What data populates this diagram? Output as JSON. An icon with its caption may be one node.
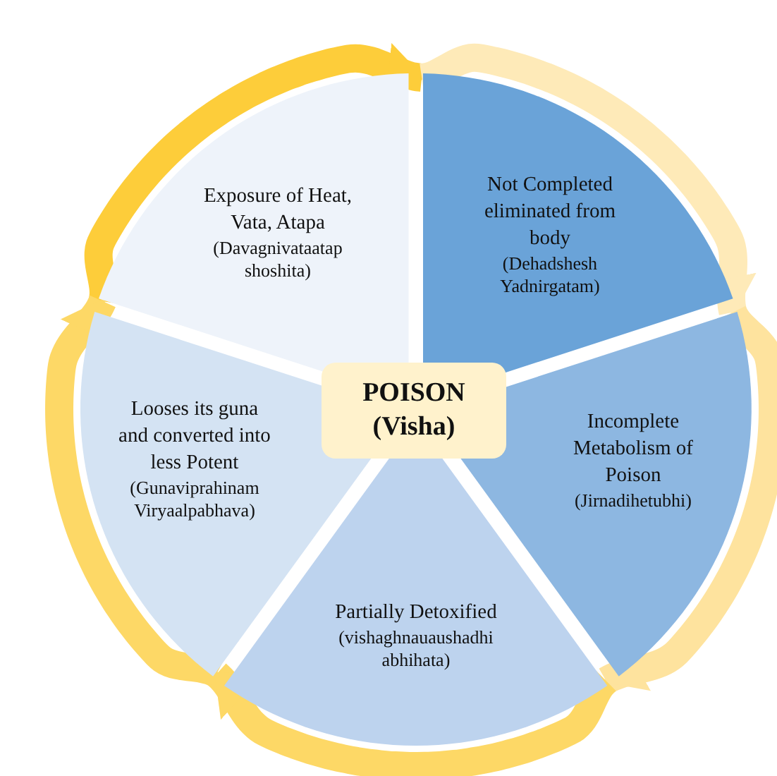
{
  "diagram": {
    "nodes": [
      {
        "text": [
          "POISON (Visha)"
        ]
      },
      {
        "text": [
          "Not Completed eliminated from body",
          "(Dehadshesh Yadnirgatam)"
        ]
      },
      {
        "text": [
          "Incomplete Metabolism of Poison",
          "(Jirnadihetubhi)"
        ]
      },
      {
        "text": [
          "Partially Detoxified",
          "(vishaghnauaushadhi abhihata)"
        ]
      },
      {
        "text": [
          "Looses its guna and converted into less Potent",
          "(Gunaviprahinam Viryaalpabhava)"
        ]
      },
      {
        "text": [
          "Exposure of Heat, Vata, Atapa",
          "(Davagnivataatap shoshita)"
        ]
      }
    ],
    "edges": [
      {
        "from": 5,
        "to": 1,
        "arrow": "to",
        "color": "#fdcd3a"
      },
      {
        "from": 1,
        "to": 2,
        "arrow": "to",
        "color": "#feeab8"
      },
      {
        "from": 2,
        "to": 3,
        "arrow": "to",
        "color": "#fee39e"
      },
      {
        "from": 3,
        "to": 4,
        "arrow": "to"
      },
      {
        "from": 4,
        "to": 5,
        "arrow": "to"
      }
    ]
  }
}
